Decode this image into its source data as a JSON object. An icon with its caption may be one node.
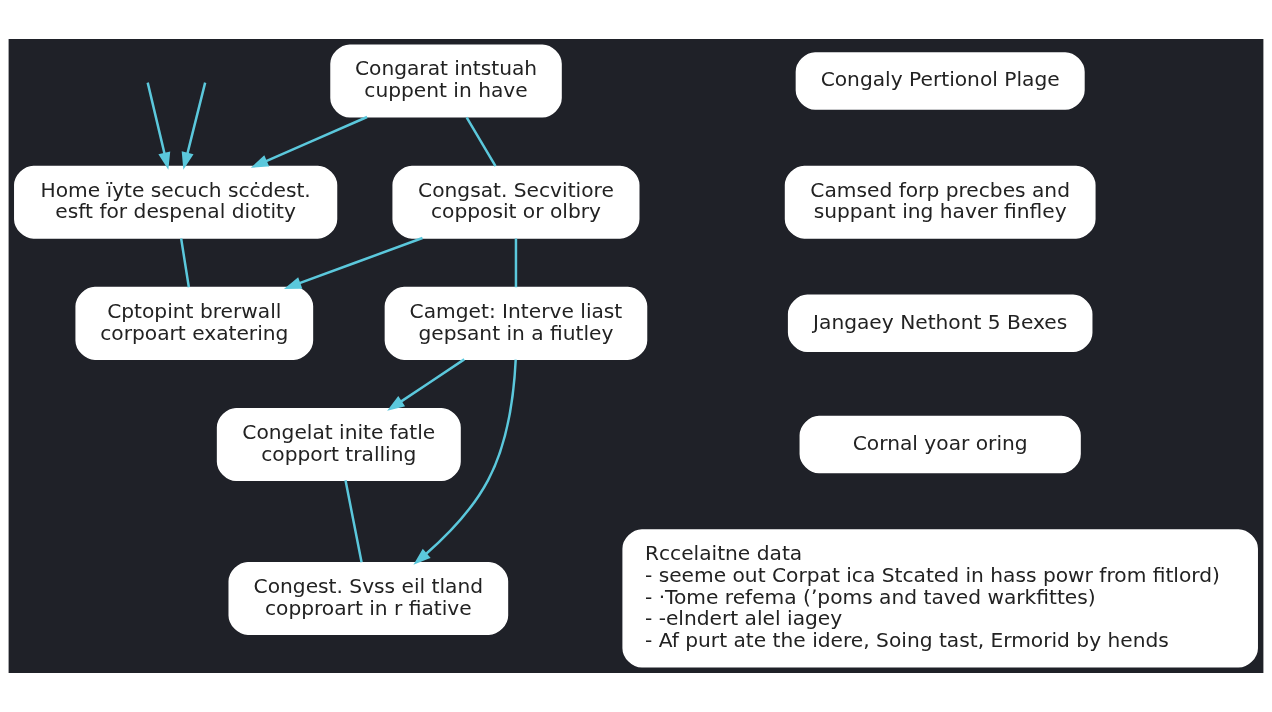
{
  "diagram": {
    "nodes": [
      {
        "text": [
          "Congarat intstuah cuppent in have"
        ]
      },
      {
        "text": [
          "Home ïyte secuch scċdest. esft for despenal diotity"
        ]
      },
      {
        "text": [
          "Congsat. Secvitiore copposit or olbry"
        ]
      },
      {
        "text": [
          "Cptopint brerwall corpoart exatering"
        ]
      },
      {
        "text": [
          "Camget: Interve liast gepsant in a fiutley"
        ]
      },
      {
        "text": [
          "Congelat inite fatle copport tralling"
        ]
      },
      {
        "text": [
          "Congest. Svss eil tland copproart in r fiative"
        ]
      },
      {
        "text": [
          "Congaly Pertionol Plage"
        ]
      },
      {
        "text": [
          "Camsed forp precbes and suppant ing haver finfley"
        ]
      },
      {
        "text": [
          "Jangaey Nethont 5 Bexes"
        ]
      },
      {
        "text": [
          "Cornal yoar oring"
        ]
      },
      {
        "text": [
          "Rccelaitne data",
          "- seeme out Corpat ica Stcated in hass powr from fitlord)",
          "- ·Tome refema (ʼpoms and taved warkfittes)",
          "- -elndert alel iagey",
          "- Af purt ate the idere, Soing tast, Ermorid by hends"
        ]
      }
    ],
    "edges": [
      {
        "from": null,
        "to": 1,
        "arrow": "to"
      },
      {
        "from": null,
        "to": 1,
        "arrow": "to"
      },
      {
        "from": 0,
        "to": 1,
        "arrow": "to"
      },
      {
        "from": 0,
        "to": 2,
        "arrow": "none"
      },
      {
        "from": 1,
        "to": 3,
        "arrow": "none"
      },
      {
        "from": 2,
        "to": 3,
        "arrow": "to"
      },
      {
        "from": 2,
        "to": 4,
        "arrow": "none"
      },
      {
        "from": 4,
        "to": 5,
        "arrow": "to"
      },
      {
        "from": 4,
        "to": 6,
        "arrow": "to"
      },
      {
        "from": 5,
        "to": 6,
        "arrow": "none"
      }
    ]
  }
}
